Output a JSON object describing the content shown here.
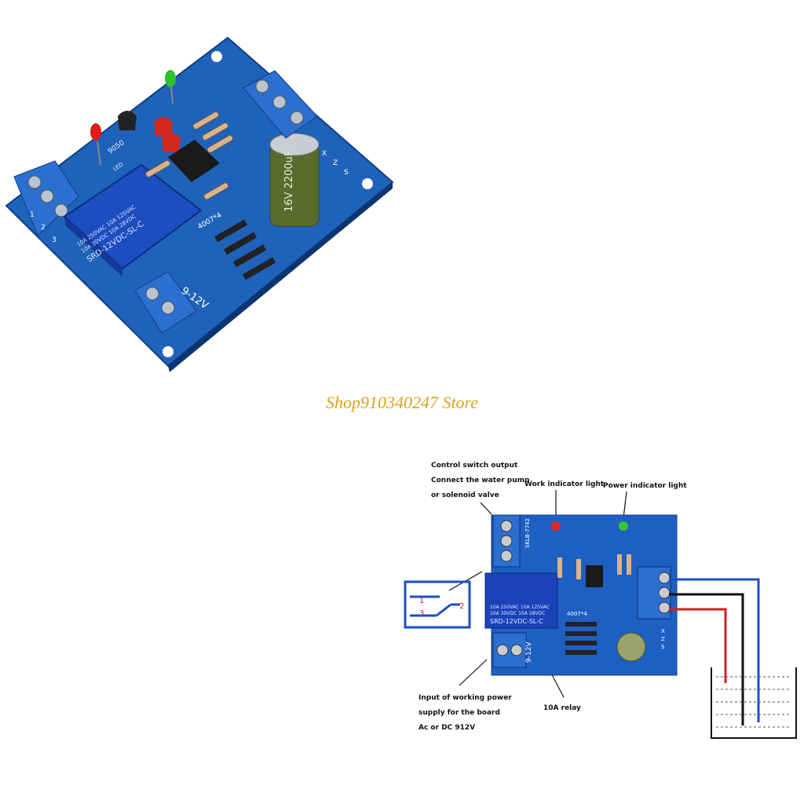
{
  "store_name": "Shop910340247 Store",
  "top_photo": {
    "relay_text": [
      "10A 250VAC 10A 125VAC",
      "10A 30VDC 10A 28VDC",
      "SRD-12VDC-SL-C"
    ],
    "transistor_label": "9050",
    "led_label": "LED",
    "diode_label": "4007*4",
    "capacitor_text": "16V 2200uF",
    "voltage_label": "9-12V",
    "terminal_labels": [
      "X",
      "Z",
      "S"
    ],
    "terminal_numbers": [
      "1",
      "2",
      "3"
    ]
  },
  "diagram": {
    "control_output": [
      "Control switch output",
      "Connect the water pump",
      "or solenoid valve"
    ],
    "work_light": "Work indicator light",
    "power_light": "Power indicator light",
    "power_input": [
      "Input of working power",
      "supply for the board",
      "Ac or DC 912V"
    ],
    "relay": "10A relay",
    "switch_numbers": [
      "1",
      "2",
      "3"
    ],
    "board_relay_text": [
      "10A 250VAC 10A 125VAC",
      "10A 30VDC 10A 28VDC",
      "SRD-12VDC-SL-C"
    ],
    "board_voltage": "9-12V",
    "board_diode": "4007*4",
    "board_terminal_labels": [
      "X",
      "Z",
      "S"
    ],
    "board_model": "SKLB-7742"
  },
  "colors": {
    "store_text": "#d9a21b",
    "pcb": "#1e5fb7",
    "relay": "#1f4fbf",
    "terminal": "#2a6ad0"
  }
}
